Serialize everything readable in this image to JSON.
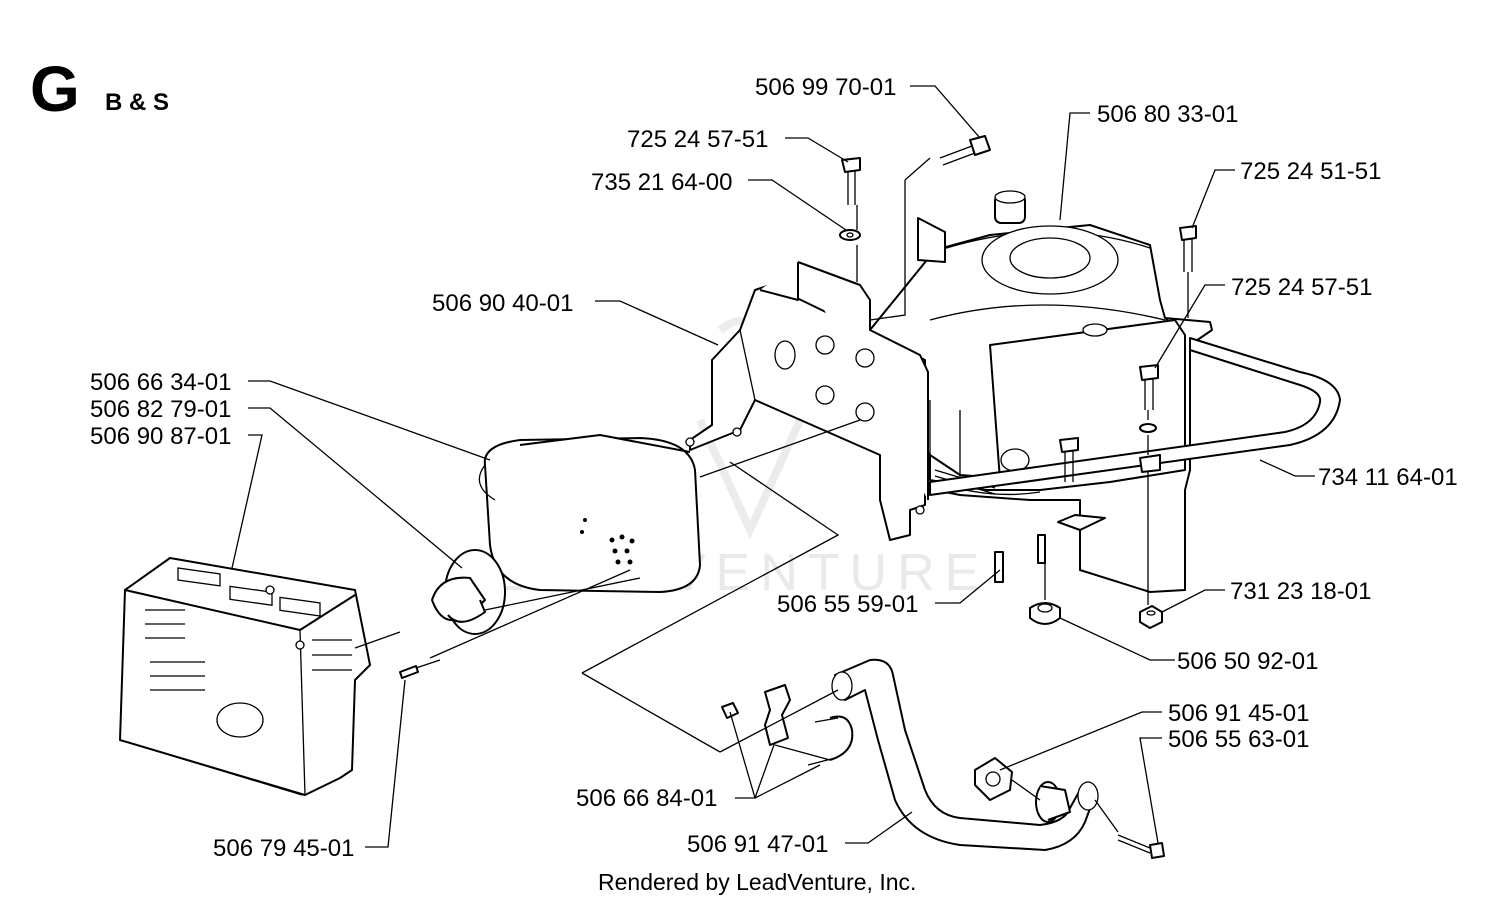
{
  "header": {
    "section_letter": "G",
    "section_subtitle": "B & S"
  },
  "watermark": "LEADVENTURE",
  "footer": {
    "credit": "Rendered by LeadVenture, Inc."
  },
  "parts": [
    "506 99 70-01",
    "725 24 57-51",
    "735 21 64-00",
    "506 80 33-01",
    "725 24 51-51",
    "725 24 57-51",
    "506 90 40-01",
    "506 66 34-01",
    "506 82 79-01",
    "506 90 87-01",
    "734 11 64-01",
    "731 23 18-01",
    "506 55 59-01",
    "506 50 92-01",
    "506 91 45-01",
    "506 55 63-01",
    "506 66 84-01",
    "506 91 47-01",
    "506 79 45-01"
  ]
}
